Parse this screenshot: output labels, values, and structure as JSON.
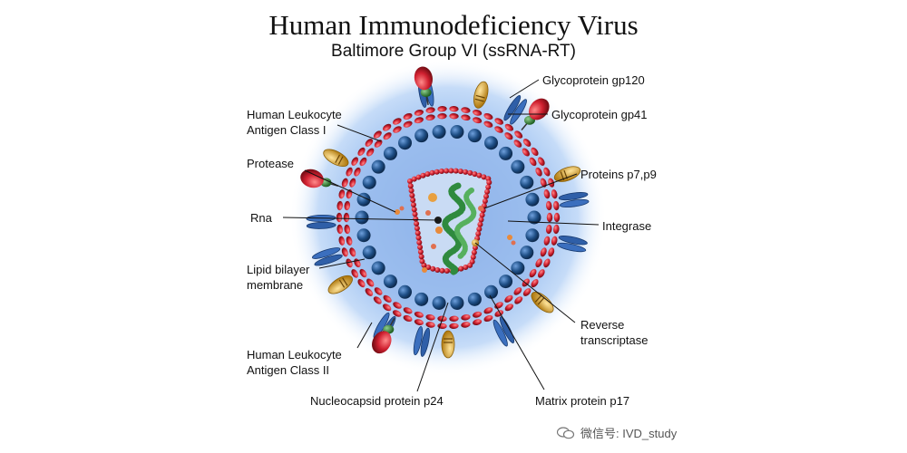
{
  "header": {
    "title": "Human Immunodeficiency Virus",
    "subtitle": "Baltimore Group  VI (ssRNA-RT)"
  },
  "labels": {
    "gp120": "Glycoprotein  gp120",
    "gp41": "Glycoprotein gp41",
    "hla1_line1": "Human Leukocyte",
    "hla1_line2": "Antigen Class I",
    "protease": "Protease",
    "p7p9": "Proteins p7,p9",
    "rna": "Rna",
    "integrase": "Integrase",
    "lipid_line1": "Lipid bilayer",
    "lipid_line2": "membrane",
    "rt_line1": "Reverse",
    "rt_line2": "transcriptase",
    "hla2_line1": "Human Leukocyte",
    "hla2_line2": "Antigen Class II",
    "p24": "Nucleocapsid protein p24",
    "p17": "Matrix protein p17"
  },
  "watermark": {
    "text": "微信号: IVD_study",
    "icon": "wechat-icon"
  },
  "colors": {
    "membrane": "#c8283a",
    "matrix": "#1f4f86",
    "capsid_outline": "#c8283a",
    "rna": "#3a9a4a",
    "gp120": "#d02030",
    "gp41": "#2e7d2e",
    "hla_class_i": "#d6a21e",
    "spike_blue": "#2f5fa8",
    "interior": "#a9c8ee"
  }
}
